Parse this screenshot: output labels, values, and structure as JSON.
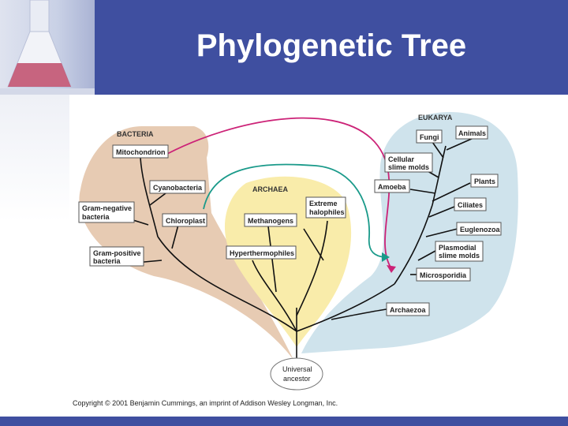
{
  "slide": {
    "title": "Phylogenetic Tree"
  },
  "regions": {
    "bacteria": "BACTERIA",
    "archaea": "ARCHAEA",
    "eukarya": "EUKARYA"
  },
  "bacteria": {
    "mitochondrion": "Mitochondrion",
    "cyanobacteria": "Cyanobacteria",
    "gram_negative_1": "Gram-negative",
    "gram_negative_2": "bacteria",
    "chloroplast": "Chloroplast",
    "gram_positive_1": "Gram-positive",
    "gram_positive_2": "bacteria"
  },
  "archaea": {
    "methanogens": "Methanogens",
    "extreme_1": "Extreme",
    "extreme_2": "halophiles",
    "hyperthermophiles": "Hyperthermophiles"
  },
  "eukarya": {
    "fungi": "Fungi",
    "animals": "Animals",
    "slime_1": "Cellular",
    "slime_2": "slime molds",
    "amoeba": "Amoeba",
    "plants": "Plants",
    "ciliates": "Ciliates",
    "euglenozoa": "Euglenozoa",
    "plasmodial_1": "Plasmodial",
    "plasmodial_2": "slime molds",
    "microsporidia": "Microsporidia",
    "archaezoa": "Archaezoa"
  },
  "root": {
    "line1": "Universal",
    "line2": "ancestor"
  },
  "copyright": "Copyright © 2001 Benjamin Cummings, an imprint of Addison Wesley Longman, Inc.",
  "colors": {
    "header": "#3f4fa0",
    "bacteria": "#e7cbb3",
    "archaea": "#f9ecaa",
    "eukarya": "#cfe3ec",
    "mito_arrow": "#cc2277",
    "chloro_arrow": "#1a9a8a"
  }
}
